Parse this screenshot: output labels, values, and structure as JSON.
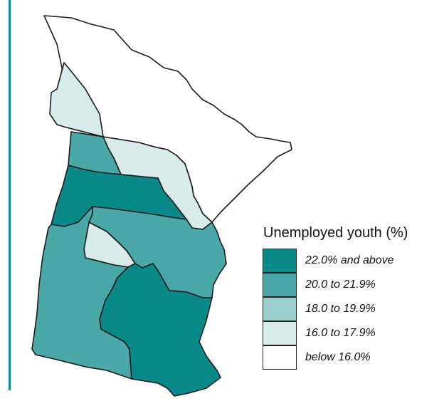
{
  "colors": {
    "class_22_plus": "#09898a",
    "class_20_21_9": "#4aa8a8",
    "class_18_19_9": "#9bcfcf",
    "class_16_17_9": "#d7ebeb",
    "class_below_16": "#ffffff",
    "border": "#1a1a1a",
    "rule": "#0e8a8a"
  },
  "legend": {
    "title": "Unemployed youth (%)",
    "items": [
      {
        "label": "22.0% and above",
        "color_key": "class_22_plus"
      },
      {
        "label": "20.0 to 21.9%",
        "color_key": "class_20_21_9"
      },
      {
        "label": "18.0 to 19.9%",
        "color_key": "class_18_19_9"
      },
      {
        "label": "16.0 to 17.9%",
        "color_key": "class_16_17_9"
      },
      {
        "label": "below 16.0%",
        "color_key": "class_below_16"
      }
    ]
  },
  "regions": [
    {
      "id": "north",
      "class_key": "class_below_16"
    },
    {
      "id": "northwest",
      "class_key": "class_16_17_9"
    },
    {
      "id": "east-central-north",
      "class_key": "class_16_17_9"
    },
    {
      "id": "west-small",
      "class_key": "class_20_21_9"
    },
    {
      "id": "center-band",
      "class_key": "class_22_plus"
    },
    {
      "id": "middle-east",
      "class_key": "class_20_21_9"
    },
    {
      "id": "center-small",
      "class_key": "class_16_17_9"
    },
    {
      "id": "southwest",
      "class_key": "class_20_21_9"
    },
    {
      "id": "southeast",
      "class_key": "class_22_plus"
    }
  ]
}
